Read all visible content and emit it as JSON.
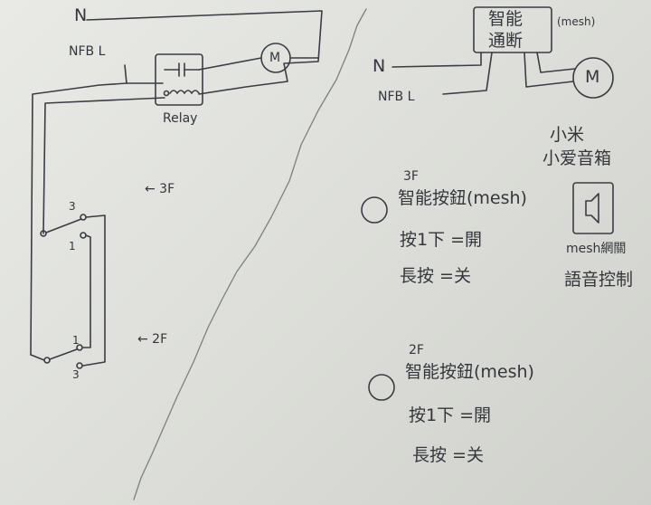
{
  "left": {
    "neutral_label": "N",
    "nfb_label": "NFB L",
    "relay_label": "Relay",
    "motor_label": "M",
    "floor3_label": "← 3F",
    "floor2_label": "← 2F",
    "switch3_terminals": [
      "3",
      "1"
    ],
    "switch2_terminals": [
      "1",
      "3"
    ]
  },
  "right": {
    "smart_box_line1": "智能",
    "smart_box_line2": "通断",
    "mesh_tag": "(mesh)",
    "neutral_label": "N",
    "nfb_label": "NFB L",
    "motor_label": "M",
    "speaker_line1": "小米",
    "speaker_line2": "小爱音箱",
    "speaker_note1": "mesh網關",
    "speaker_note2": "語音控制",
    "btn3": {
      "floor": "3F",
      "title": "智能按鈕(mesh)",
      "press": "按1下 =開",
      "hold": "長按 =关"
    },
    "btn2": {
      "floor": "2F",
      "title": "智能按鈕(mesh)",
      "press": "按1下 =開",
      "hold": "長按 =关"
    }
  }
}
